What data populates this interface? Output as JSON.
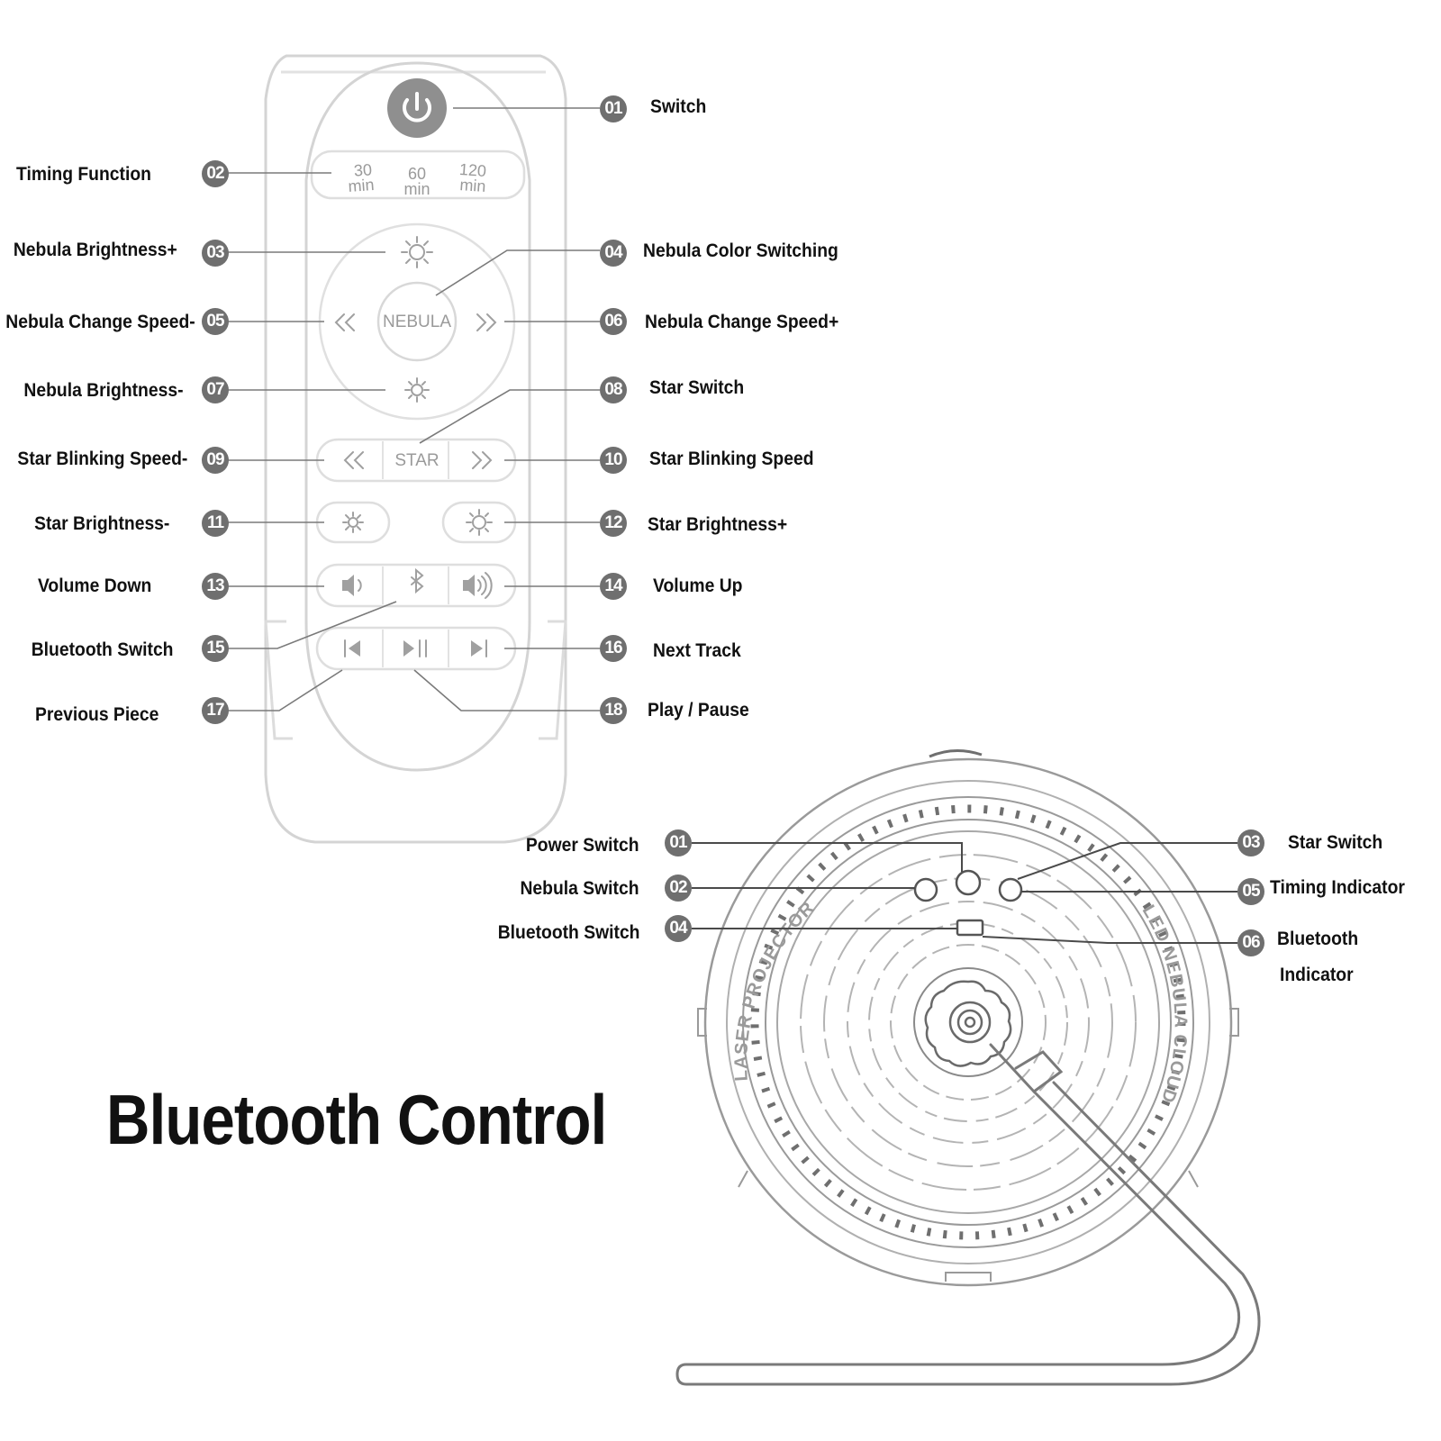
{
  "title": "Bluetooth Control",
  "remote": {
    "timer": {
      "t1": "30",
      "t2": "60",
      "t3": "120",
      "unit": "min"
    },
    "nebula_label": "NEBULA",
    "star_label": "STAR",
    "callouts": [
      {
        "num": "01",
        "label": "Switch"
      },
      {
        "num": "02",
        "label": "Timing Function"
      },
      {
        "num": "03",
        "label": "Nebula Brightness+"
      },
      {
        "num": "04",
        "label": "Nebula Color Switching"
      },
      {
        "num": "05",
        "label": "Nebula Change Speed-"
      },
      {
        "num": "06",
        "label": "Nebula Change Speed+"
      },
      {
        "num": "07",
        "label": "Nebula Brightness-"
      },
      {
        "num": "08",
        "label": "Star Switch"
      },
      {
        "num": "09",
        "label": "Star Blinking Speed-"
      },
      {
        "num": "10",
        "label": "Star Blinking Speed"
      },
      {
        "num": "11",
        "label": "Star Brightness-"
      },
      {
        "num": "12",
        "label": "Star Brightness+"
      },
      {
        "num": "13",
        "label": "Volume Down"
      },
      {
        "num": "14",
        "label": "Volume Up"
      },
      {
        "num": "15",
        "label": "Bluetooth Switch"
      },
      {
        "num": "16",
        "label": "Next Track"
      },
      {
        "num": "17",
        "label": "Previous Piece"
      },
      {
        "num": "18",
        "label": "Play / Pause"
      }
    ]
  },
  "projector": {
    "ring_text_left": "LASER PROJECTOR",
    "ring_text_right": "LED NEBULA CLOUD",
    "callouts": [
      {
        "num": "01",
        "label": "Power Switch"
      },
      {
        "num": "02",
        "label": "Nebula Switch"
      },
      {
        "num": "03",
        "label": "Star Switch"
      },
      {
        "num": "04",
        "label": "Bluetooth Switch"
      },
      {
        "num": "05",
        "label": "Timing Indicator"
      },
      {
        "num": "06",
        "label": "Bluetooth",
        "label2": "Indicator"
      }
    ]
  }
}
